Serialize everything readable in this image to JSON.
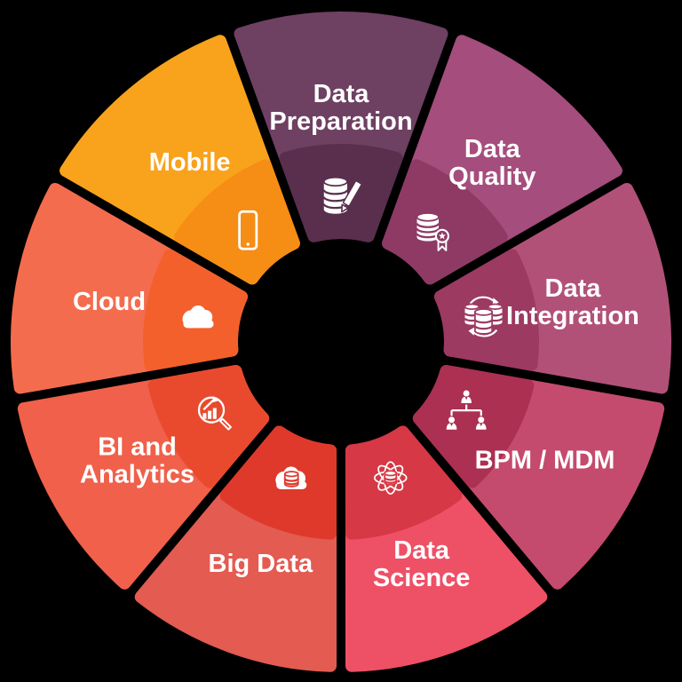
{
  "wheel": {
    "background": "#000000",
    "text_color": "#ffffff",
    "segments": [
      {
        "id": "data-preparation",
        "label": "Data Preparation",
        "label_lines": [
          "Data",
          "Preparation"
        ],
        "icon": "database-edit-icon",
        "color_outer": "#6e4062",
        "color_inner": "#5a2f4d"
      },
      {
        "id": "data-quality",
        "label": "Data Quality",
        "label_lines": [
          "Data",
          "Quality"
        ],
        "icon": "database-quality-badge-icon",
        "color_outer": "#a54d7c",
        "color_inner": "#8e3a65"
      },
      {
        "id": "data-integration",
        "label": "Data Integration",
        "label_lines": [
          "Data",
          "Integration"
        ],
        "icon": "database-sync-icon",
        "color_outer": "#b25178",
        "color_inner": "#9c3a61"
      },
      {
        "id": "bpm-mdm",
        "label": "BPM / MDM",
        "label_lines": [
          "BPM / MDM"
        ],
        "icon": "org-hierarchy-icon",
        "color_outer": "#c44b6d",
        "color_inner": "#ab3052"
      },
      {
        "id": "data-science",
        "label": "Data Science",
        "label_lines": [
          "Data",
          "Science"
        ],
        "icon": "atom-database-icon",
        "color_outer": "#ee5066",
        "color_inner": "#d73845"
      },
      {
        "id": "big-data",
        "label": "Big Data",
        "label_lines": [
          "Big Data"
        ],
        "icon": "cloud-database-icon",
        "color_outer": "#e35b51",
        "color_inner": "#df392b"
      },
      {
        "id": "bi-analytics",
        "label": "BI and Analytics",
        "label_lines": [
          "BI and",
          "Analytics"
        ],
        "icon": "magnifier-chart-icon",
        "color_outer": "#f0604a",
        "color_inner": "#e94a2e"
      },
      {
        "id": "cloud",
        "label": "Cloud",
        "label_lines": [
          "Cloud"
        ],
        "icon": "cloud-icon",
        "color_outer": "#f46c4e",
        "color_inner": "#f3602c"
      },
      {
        "id": "mobile",
        "label": "Mobile",
        "label_lines": [
          "Mobile"
        ],
        "icon": "smartphone-icon",
        "color_outer": "#f9a21c",
        "color_inner": "#f68d14"
      }
    ]
  }
}
